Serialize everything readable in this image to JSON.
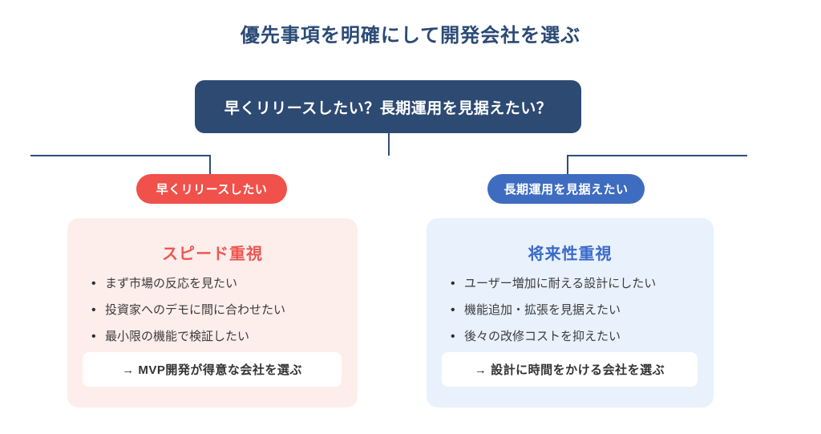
{
  "page_title": "優先事項を明確にして開発会社を選ぶ",
  "question_box": {
    "label": "早くリリースしたい？長期運用を見据えたい？"
  },
  "branches": {
    "speed": {
      "pill_label": "早くリリースしたい",
      "card_title": "スピード重視",
      "bullets": [
        "まず市場の反応を見たい",
        "投資家へのデモに間に合わせたい",
        "最小限の機能で検証したい"
      ],
      "action_label": "→ MVP開発が得意な会社を選ぶ"
    },
    "longterm": {
      "pill_label": "長期運用を見据えたい",
      "card_title": "将来性重視",
      "bullets": [
        "ユーザー増加に耐える設計にしたい",
        "機能追加・拡張を見据えたい",
        "後々の改修コストを抑えたい"
      ],
      "action_label": "→ 設計に時間をかける会社を選ぶ"
    }
  },
  "colors": {
    "heading-navy": "#2b4a75",
    "box-navy": "#2d4a73",
    "line-navy": "#2e4e7a",
    "accent-red": "#f0514a",
    "accent-red-text": "#ef564f",
    "card-pink-bg": "#fdeeec",
    "accent-blue": "#3e6cc0",
    "accent-blue-text": "#3b6ac9",
    "card-blue-bg": "#e9f1fc",
    "body-text": "#3c3c3c",
    "action-text": "#333333"
  }
}
